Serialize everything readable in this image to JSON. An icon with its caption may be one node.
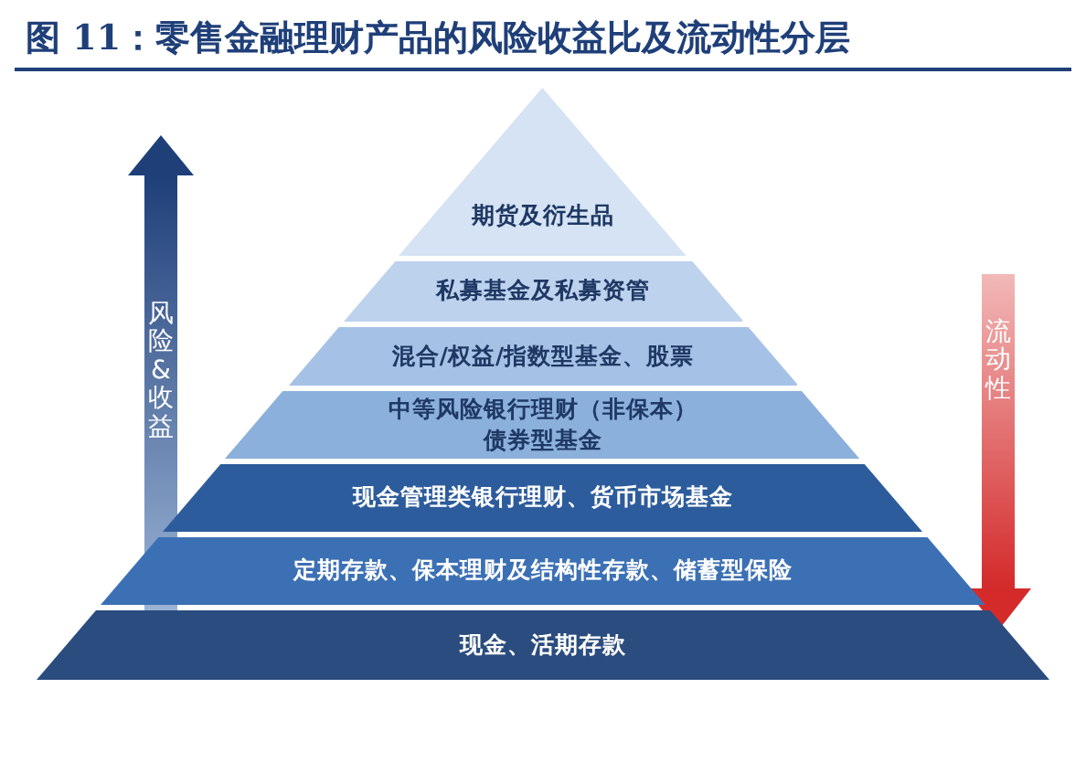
{
  "diagram": {
    "title": "图 11：零售金融理财产品的风险收益比及流动性分层",
    "nodes": [
      {
        "text": [
          "期货及衍生品"
        ]
      },
      {
        "text": [
          "私募基金及私募资管"
        ]
      },
      {
        "text": [
          "混合/权益/指数型基金、股票"
        ]
      },
      {
        "text": [
          "中等风险银行理财（非保本）债券型基金"
        ]
      },
      {
        "text": [
          "现金管理类银行理财、货币市场基金"
        ]
      },
      {
        "text": [
          "定期存款、保本理财及结构性存款、储蓄型保险"
        ]
      },
      {
        "text": [
          "现金、活期存款"
        ]
      }
    ],
    "labels": [
      "风险&收益",
      "流动性"
    ]
  }
}
